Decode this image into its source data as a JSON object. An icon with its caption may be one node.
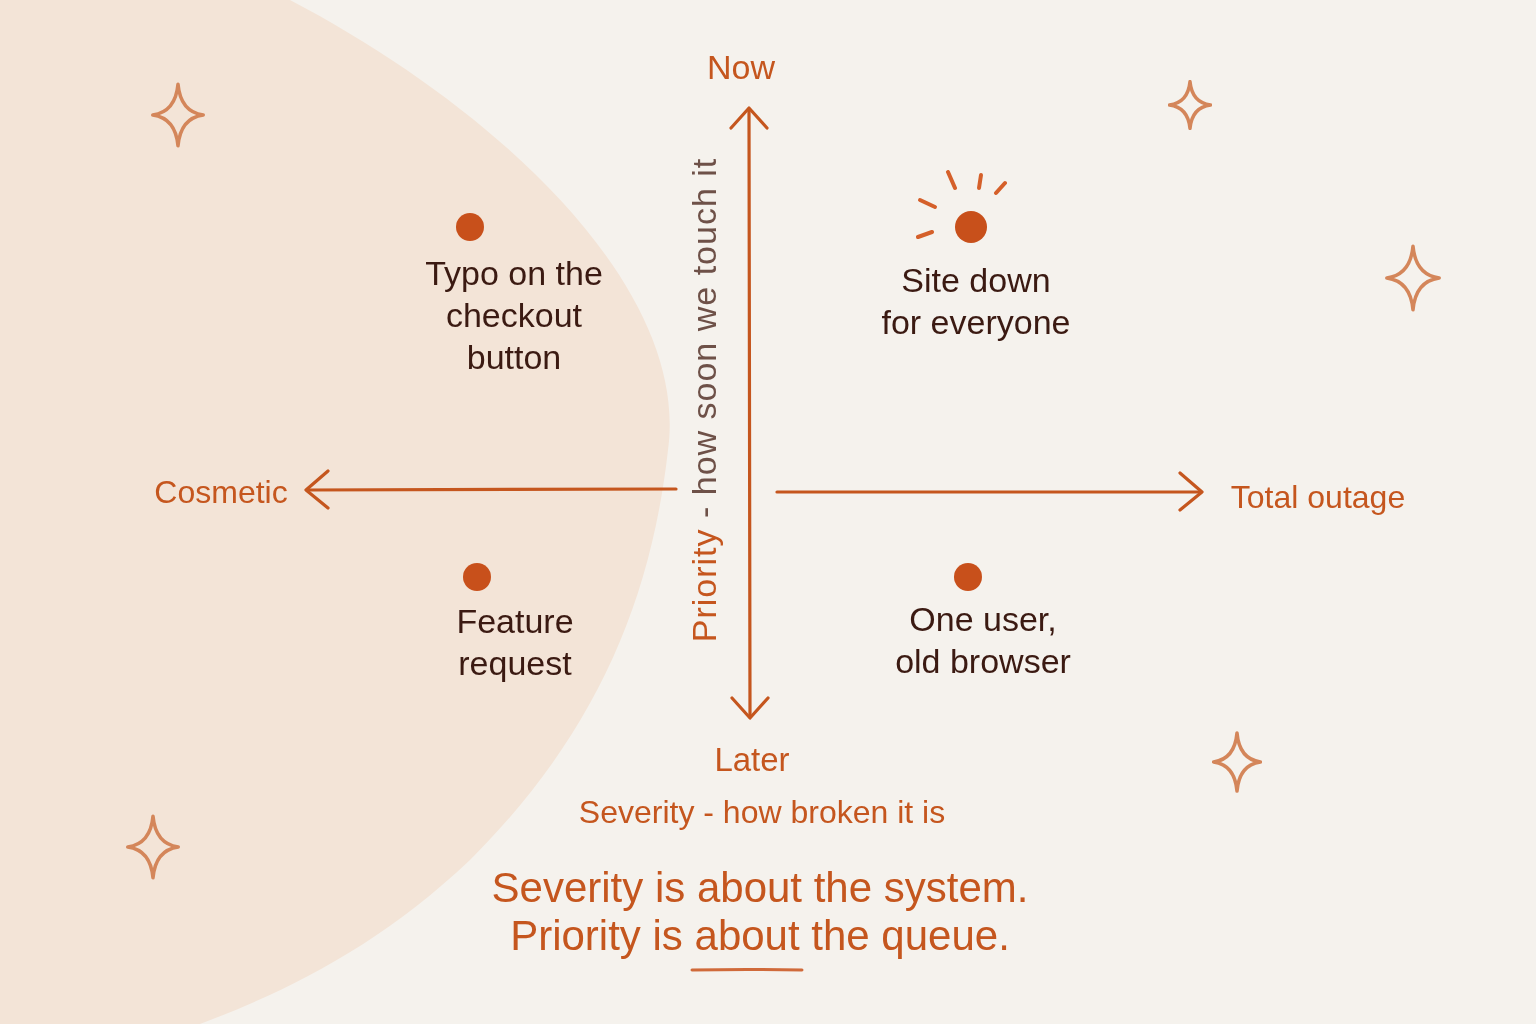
{
  "diagram": {
    "caption": "Severity is about the system. Priority is about the queue.",
    "nodes": [
      {
        "text": [],
        "shape": "circle",
        "beside": [
          "Typo on the checkout button"
        ]
      },
      {
        "text": [],
        "shape": "circle",
        "beside": [
          "Site down for everyone"
        ]
      },
      {
        "text": [],
        "shape": "circle",
        "beside": [
          "Feature request"
        ]
      },
      {
        "text": [],
        "shape": "circle",
        "beside": [
          "One user, old browser"
        ]
      }
    ],
    "labels": [
      "Now",
      "Priority - how soon we touch it",
      "Cosmetic",
      "Total outage",
      "Later",
      "Severity - how broken it is"
    ]
  }
}
